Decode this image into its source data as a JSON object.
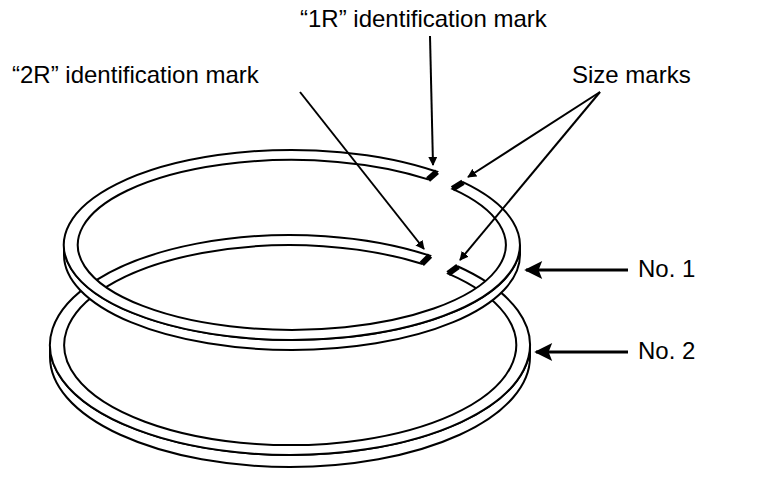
{
  "diagram": {
    "labels": [
      "“1R” identification mark",
      "“2R” identification mark",
      "Size marks",
      "No. 1",
      "No. 2"
    ]
  }
}
